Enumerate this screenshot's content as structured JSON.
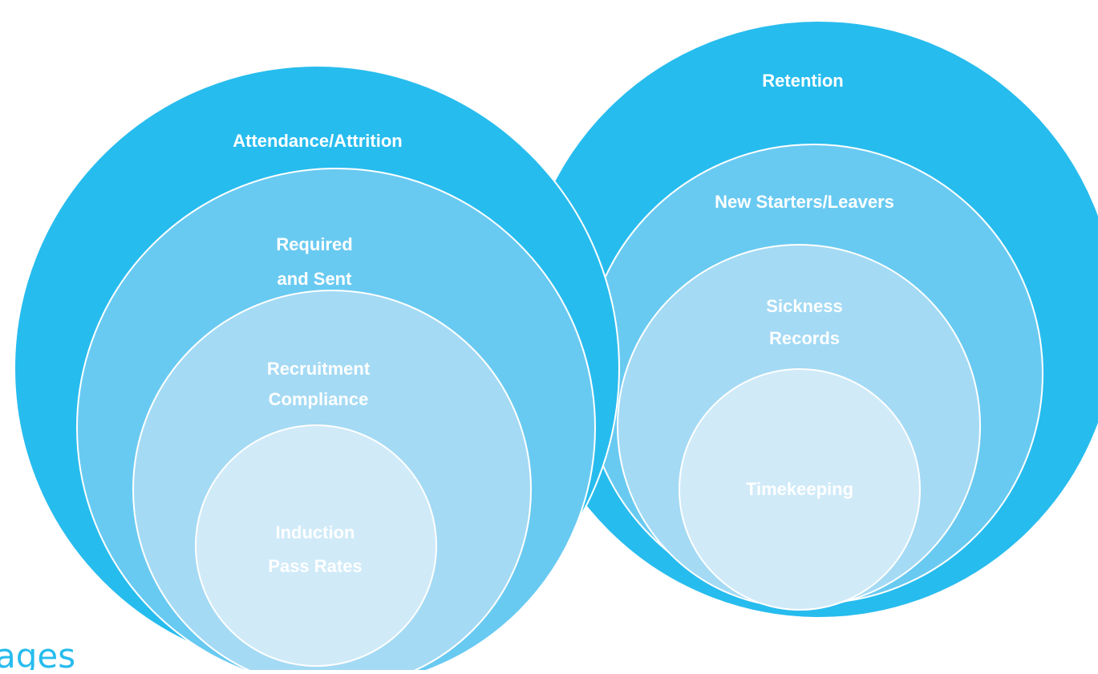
{
  "colors": {
    "outer": "#27BCEE",
    "ring2": "#69CAF1",
    "ring3": "#A4DAF4",
    "core": "#D0EAF8",
    "stroke": "#FFFFFF",
    "logo": "#27BCEE"
  },
  "left_group": {
    "outer_label": "Attendance/Attrition",
    "ring2_label": [
      "Required",
      "and Sent"
    ],
    "ring3_label": [
      "Recruitment",
      "Compliance"
    ],
    "core_label": [
      "Induction",
      "Pass Rates"
    ]
  },
  "right_group": {
    "outer_label": "Retention",
    "ring2_label": "New Starters/Leavers",
    "ring3_label": [
      "Sickness",
      "Records"
    ],
    "core_label": "Timekeeping"
  },
  "logo": {
    "text": "ages"
  }
}
